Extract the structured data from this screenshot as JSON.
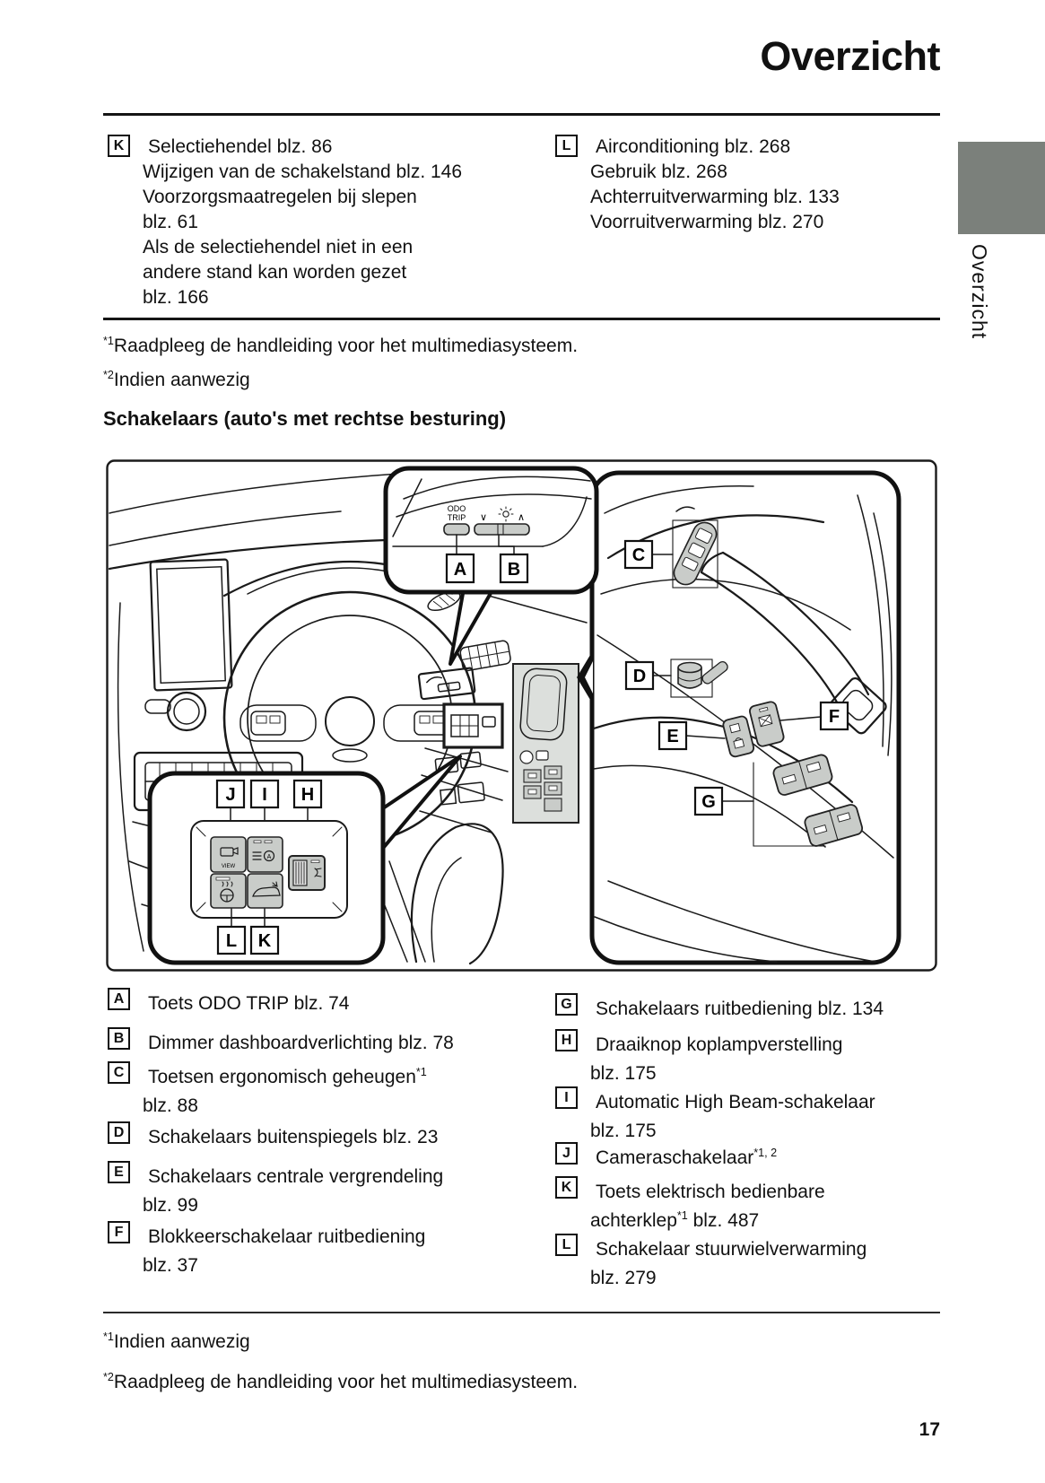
{
  "page": {
    "title": "Overzicht",
    "page_number": "17",
    "side_tab_label": "Overzicht",
    "side_tab_color": "#7b807b"
  },
  "top_section": {
    "left": {
      "letter": "K",
      "line1": "Selectiehendel blz. 86",
      "lines": [
        "Wijzigen van de schakelstand blz. 146",
        "Voorzorgsmaatregelen bij slepen",
        "blz. 61",
        "Als de selectiehendel niet in een",
        "andere stand kan worden gezet",
        "blz. 166"
      ]
    },
    "right": {
      "letter": "L",
      "line1": "Airconditioning blz. 268",
      "lines": [
        "Gebruik blz. 268",
        "Achterruitverwarming blz. 133",
        "Voorruitverwarming blz. 270"
      ]
    }
  },
  "footnotes_top": [
    {
      "sup": "*1",
      "text": "Raadpleeg de handleiding voor het multimediasysteem."
    },
    {
      "sup": "*2",
      "text": "Indien aanwezig"
    }
  ],
  "section_heading": "Schakelaars (auto's met rechtse besturing)",
  "diagram": {
    "labels": {
      "a": "A",
      "b": "B",
      "c": "C",
      "d": "D",
      "e": "E",
      "f": "F",
      "g": "G",
      "h": "H",
      "i": "I",
      "j": "J",
      "k": "K",
      "l": "L"
    },
    "texts": {
      "odo": "ODO",
      "trip": "TRIP",
      "view": "VIEW",
      "ahb": "A"
    }
  },
  "legend_left": [
    {
      "letter": "A",
      "t1": "Toets ODO TRIP blz. 74",
      "s1": "",
      "p1": "",
      "t2": "",
      "s2": "",
      "p2": ""
    },
    {
      "letter": "B",
      "t1": "Dimmer dashboardverlichting blz. 78",
      "s1": "",
      "p1": "",
      "t2": "",
      "s2": "",
      "p2": ""
    },
    {
      "letter": "C",
      "t1": "Toetsen ergonomisch geheugen",
      "s1": "*1",
      "p1": "",
      "t2": "blz. 88",
      "s2": "",
      "p2": ""
    },
    {
      "letter": "D",
      "t1": "Schakelaars buitenspiegels blz. 23",
      "s1": "",
      "p1": "",
      "t2": "",
      "s2": "",
      "p2": ""
    },
    {
      "letter": "E",
      "t1": "Schakelaars centrale vergrendeling",
      "s1": "",
      "p1": "",
      "t2": "blz. 99",
      "s2": "",
      "p2": ""
    },
    {
      "letter": "F",
      "t1": "Blokkeerschakelaar ruitbediening",
      "s1": "",
      "p1": "",
      "t2": "blz. 37",
      "s2": "",
      "p2": ""
    }
  ],
  "legend_right": [
    {
      "letter": "G",
      "t1": "Schakelaars ruitbediening blz. 134",
      "s1": "",
      "p1": "",
      "t2": "",
      "s2": "",
      "p2": ""
    },
    {
      "letter": "H",
      "t1": "Draaiknop koplampverstelling",
      "s1": "",
      "p1": "",
      "t2": "blz. 175",
      "s2": "",
      "p2": ""
    },
    {
      "letter": "I",
      "t1": "Automatic High Beam-schakelaar",
      "s1": "",
      "p1": "",
      "t2": "blz. 175",
      "s2": "",
      "p2": ""
    },
    {
      "letter": "J",
      "t1": "Cameraschakelaar",
      "s1": "*1, 2",
      "p1": "",
      "t2": "",
      "s2": "",
      "p2": ""
    },
    {
      "letter": "K",
      "t1": "Toets elektrisch bedienbare",
      "s1": "",
      "p1": "",
      "t2": "achterklep",
      "s2": "*1",
      "p2": " blz. 487"
    },
    {
      "letter": "L",
      "t1": "Schakelaar stuurwielverwarming",
      "s1": "",
      "p1": "",
      "t2": "blz. 279",
      "s2": "",
      "p2": ""
    }
  ],
  "footnotes_bottom": [
    {
      "sup": "*1",
      "text": "Indien aanwezig"
    },
    {
      "sup": "*2",
      "text": "Raadpleeg de handleiding voor het multimediasysteem."
    }
  ]
}
